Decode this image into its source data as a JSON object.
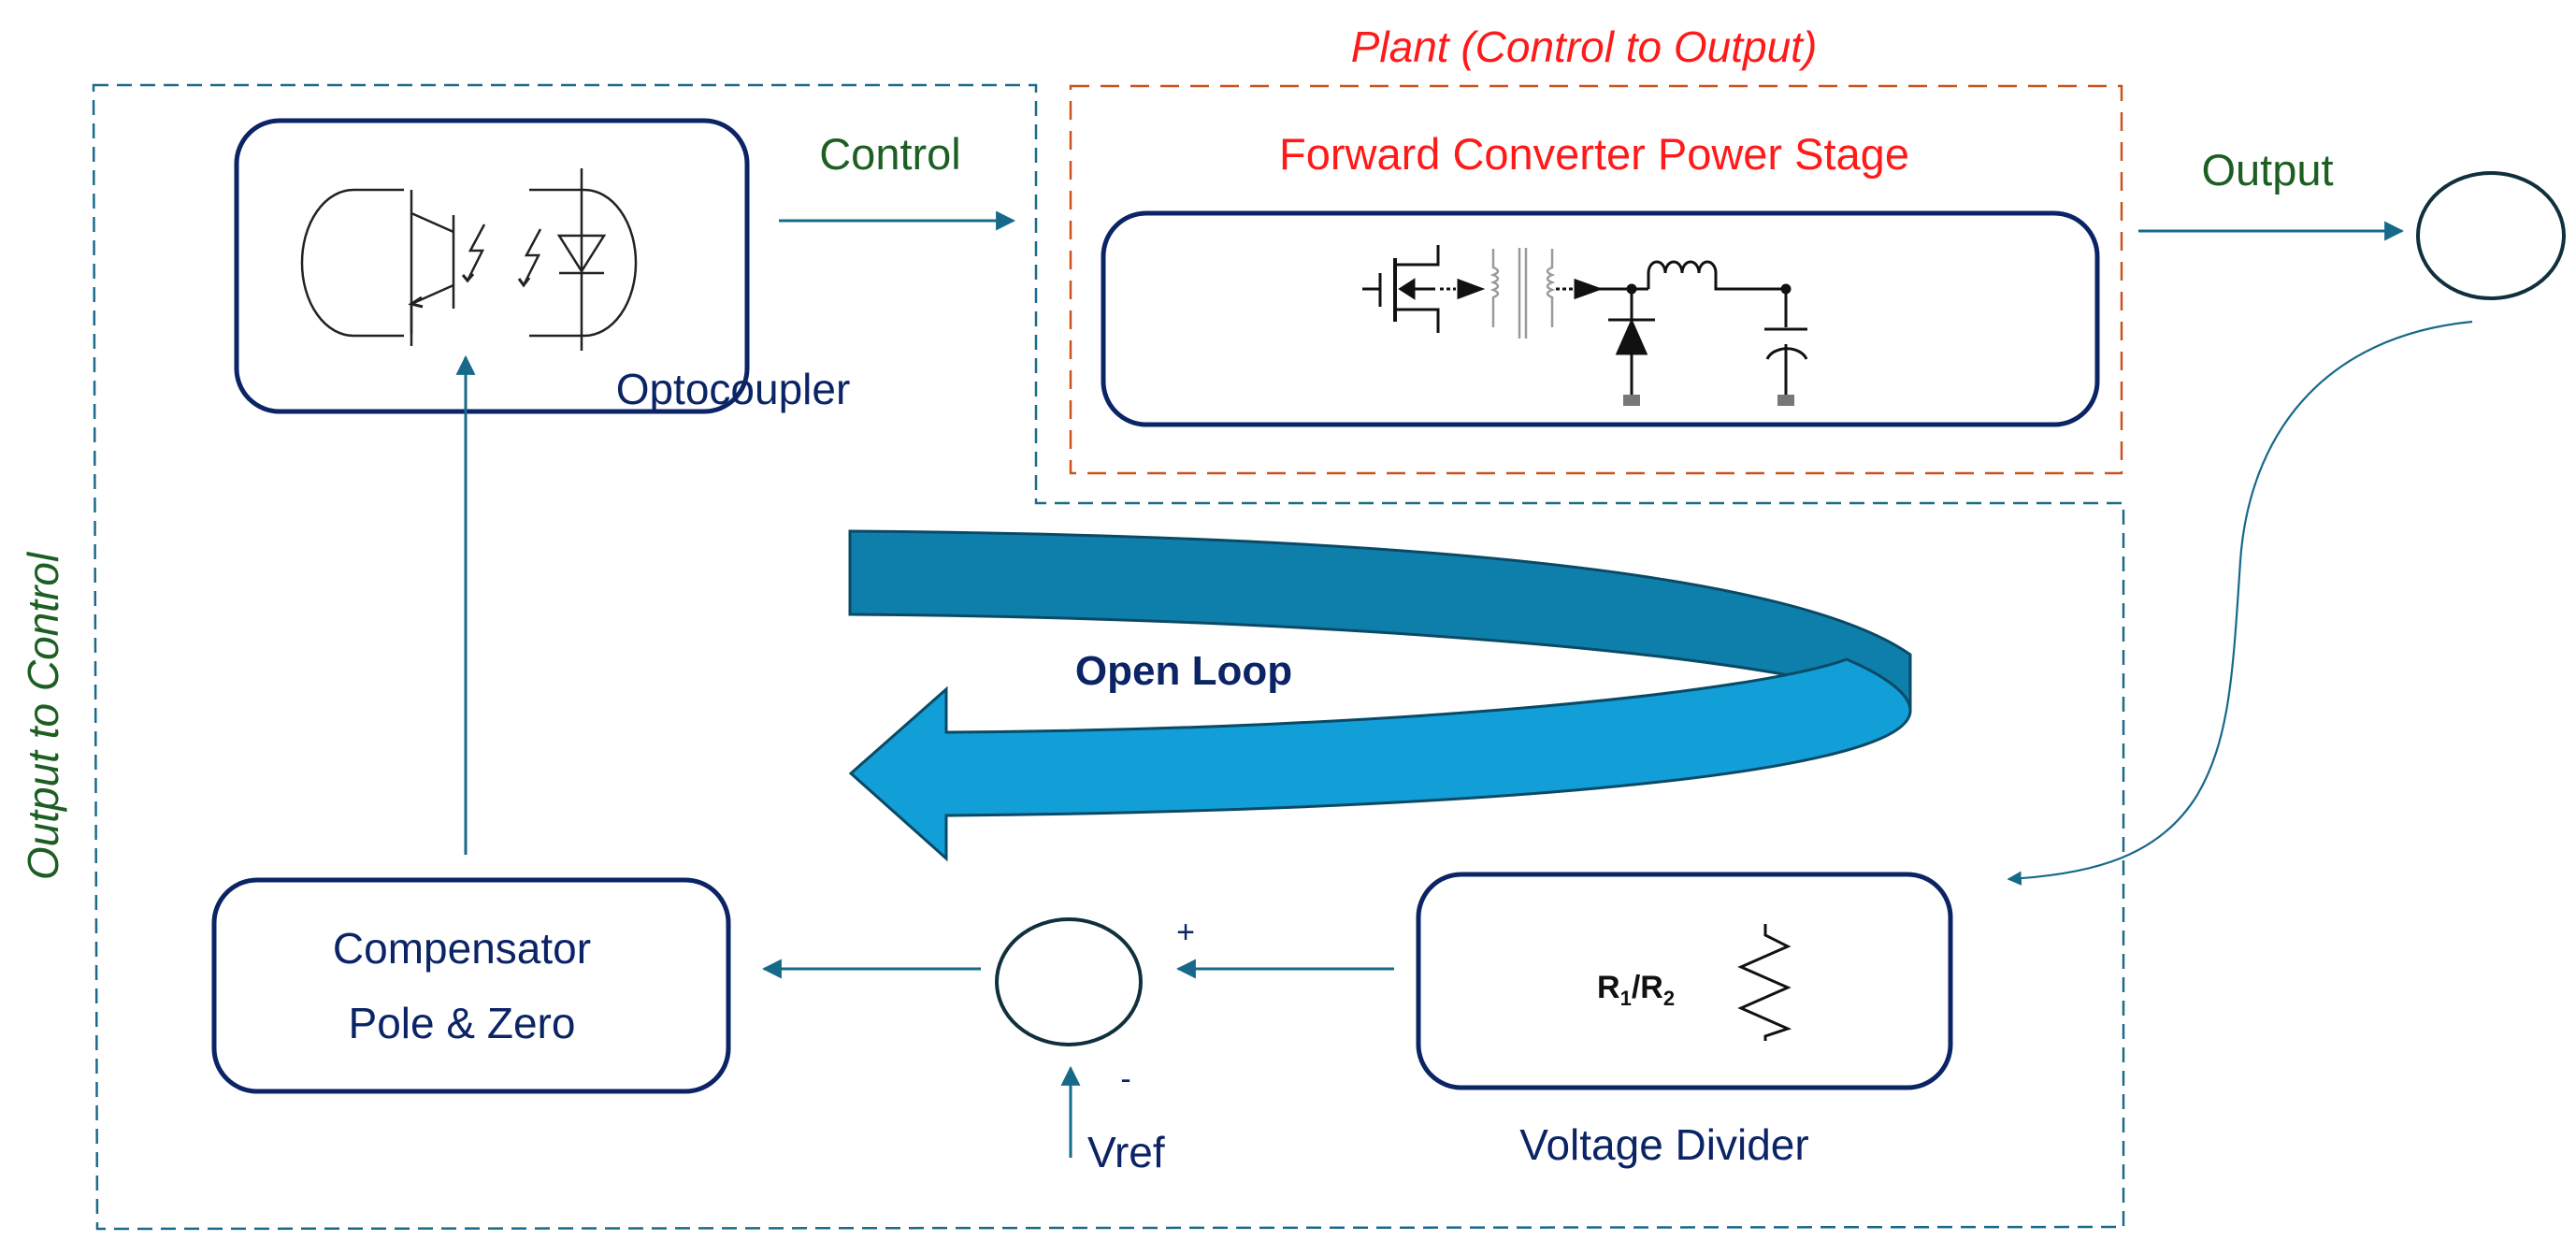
{
  "title": "Forward converter control loop block diagram",
  "labels": {
    "plant_title": "Plant (Control to Output)",
    "output_to_control": "Output to Control",
    "control": "Control",
    "output": "Output",
    "optocoupler": "Optocoupler",
    "forward_converter": "Forward Converter Power Stage",
    "open_loop": "Open Loop",
    "compensator_line1": "Compensator",
    "compensator_line2": "Pole & Zero",
    "voltage_divider": "Voltage Divider",
    "vref": "Vref",
    "plus": "+",
    "minus": "-",
    "resistor_r": "R",
    "resistor_sub1": "1",
    "resistor_slash": "/R",
    "resistor_sub2": "2"
  },
  "blocks": [
    {
      "id": "optocoupler",
      "symbol": "optocoupler-icon"
    },
    {
      "id": "forward-converter",
      "symbol": "forward-converter-schematic-icon"
    },
    {
      "id": "compensator",
      "symbol": "none"
    },
    {
      "id": "voltage-divider",
      "symbol": "resistor-icon"
    },
    {
      "id": "summing-junction",
      "symbol": "circle"
    },
    {
      "id": "output-node",
      "symbol": "circle"
    }
  ],
  "colors": {
    "navy": "#0b2466",
    "teal_arrow": "#17698a",
    "dash_blue": "#1b6a8c",
    "dash_orange": "#c8531f",
    "green_text": "#1d5e22",
    "red_text": "#ff1a1a",
    "loop_dark": "#0e7fab",
    "loop_light": "#129ed6"
  }
}
